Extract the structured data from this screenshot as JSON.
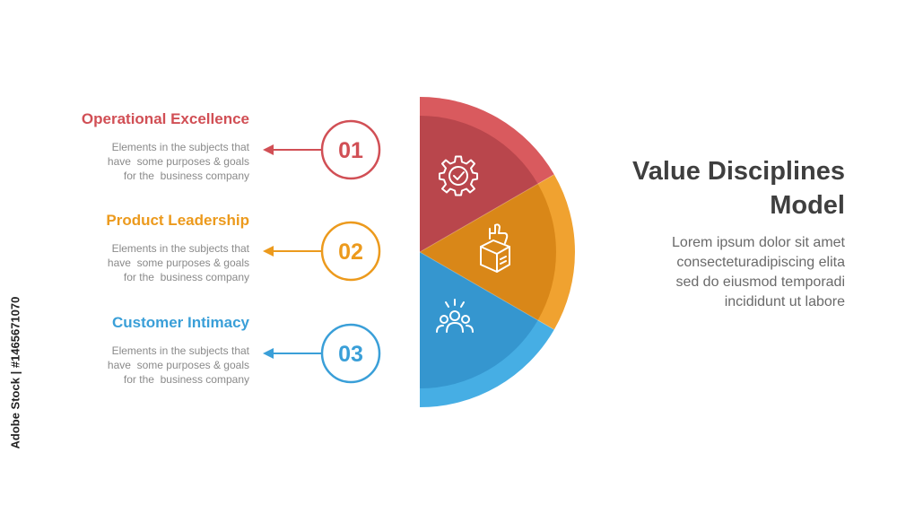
{
  "title_lines": [
    "Value Disciplines",
    "Model"
  ],
  "body_lines": [
    "Lorem ipsum dolor sit amet",
    "consecteturadipiscing elita",
    "sed do eiusmod temporadi",
    "incididunt ut labore"
  ],
  "items": [
    {
      "number": "01",
      "title": "Operational Excellence",
      "color": "#d14f55",
      "icon": "gear-check-icon",
      "desc_lines": [
        "Elements in the subjects that",
        "have  some purposes & goals",
        "for the  business company"
      ]
    },
    {
      "number": "02",
      "title": "Product Leadership",
      "color": "#ec9a1d",
      "icon": "box-thumbs-up-icon",
      "desc_lines": [
        "Elements in the subjects that",
        "have  some purposes & goals",
        "for the  business company"
      ]
    },
    {
      "number": "03",
      "title": "Customer Intimacy",
      "color": "#3a9fd8",
      "icon": "people-group-icon",
      "desc_lines": [
        "Elements in the subjects that",
        "have  some purposes & goals",
        "for the  business company"
      ]
    }
  ],
  "segment_colors": {
    "outer": [
      "#d95a5e",
      "#f0a230",
      "#46aee4"
    ],
    "inner": [
      "#b9464c",
      "#d98718",
      "#3596cf"
    ]
  },
  "stock_id": "Adobe Stock | #1465671070"
}
